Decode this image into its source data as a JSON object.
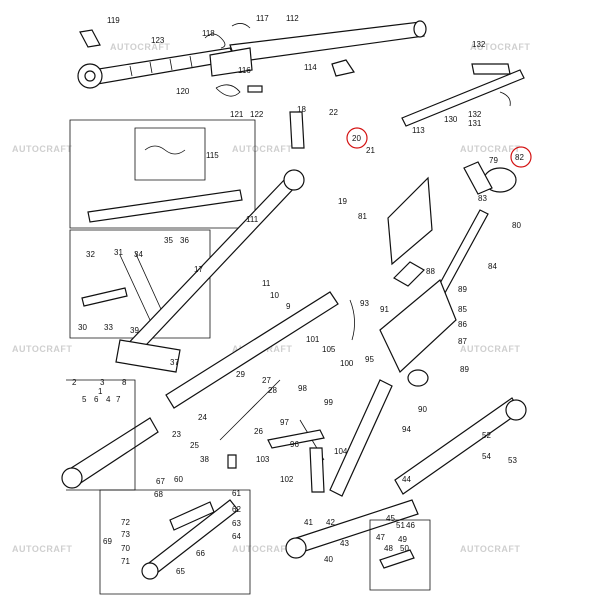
{
  "watermark": "AUTOCRAFT",
  "highlight_color": "#d41414",
  "highlighted_parts": [
    "20",
    "82"
  ],
  "labels": {
    "p119": "119",
    "p118": "118",
    "p117": "117",
    "p112": "112",
    "p123": "123",
    "p116": "116",
    "p114": "114",
    "p120": "120",
    "p121": "121",
    "p122": "122",
    "p132a": "132",
    "p132b": "132",
    "p131": "131",
    "p130": "130",
    "p113": "113",
    "p18": "18",
    "p22": "22",
    "p20": "20",
    "p21": "21",
    "p115": "115",
    "p19": "19",
    "p79": "79",
    "p82": "82",
    "p83": "83",
    "p80": "80",
    "p81": "81",
    "p84": "84",
    "p111": "111",
    "p32": "32",
    "p31": "31",
    "p34": "34",
    "p35": "35",
    "p36": "36",
    "p33": "33",
    "p30": "30",
    "p39": "39",
    "p17": "17",
    "p11": "11",
    "p10": "10",
    "p9": "9",
    "p88": "88",
    "p93": "93",
    "p89a": "89",
    "p91": "91",
    "p85": "85",
    "p86": "86",
    "p87": "87",
    "p101": "101",
    "p105": "105",
    "p95": "95",
    "p89b": "89",
    "p100": "100",
    "p37": "37",
    "p2": "2",
    "p3": "3",
    "p8": "8",
    "p1": "1",
    "p5": "5",
    "p6": "6",
    "p4": "4",
    "p7": "7",
    "p29": "29",
    "p27": "27",
    "p28": "28",
    "p98": "98",
    "p90": "90",
    "p99": "99",
    "p94": "94",
    "p24": "24",
    "p26": "26",
    "p23": "23",
    "p25": "25",
    "p97": "97",
    "p96": "96",
    "p52": "52",
    "p53": "53",
    "p54": "54",
    "p38": "38",
    "p103": "103",
    "p104": "104",
    "p102": "102",
    "p67": "67",
    "p60": "60",
    "p68": "68",
    "p61": "61",
    "p62": "62",
    "p63": "63",
    "p64": "64",
    "p72": "72",
    "p73": "73",
    "p69": "69",
    "p70": "70",
    "p71": "71",
    "p66": "66",
    "p65": "65",
    "p44": "44",
    "p45": "45",
    "p51": "51",
    "p46": "46",
    "p47": "47",
    "p49": "49",
    "p48": "48",
    "p50": "50",
    "p41": "41",
    "p42": "42",
    "p43": "43",
    "p40": "40"
  }
}
